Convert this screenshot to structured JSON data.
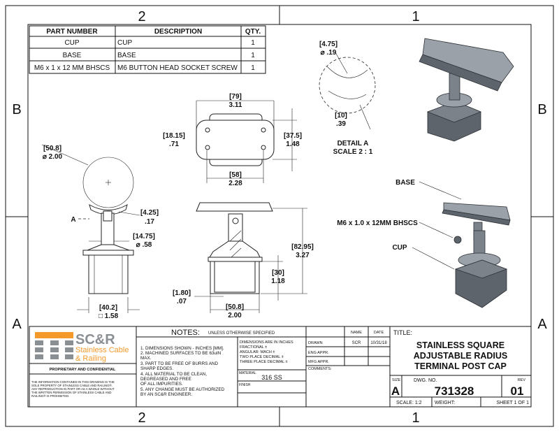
{
  "zones": {
    "top": [
      "2",
      "1"
    ],
    "bottom": [
      "2",
      "1"
    ],
    "left": [
      "B",
      "A"
    ],
    "right": [
      "B",
      "A"
    ]
  },
  "parts_table": {
    "headers": [
      "PART NUMBER",
      "DESCRIPTION",
      "QTY."
    ],
    "rows": [
      [
        "CUP",
        "CUP",
        "1"
      ],
      [
        "BASE",
        "BASE",
        "1"
      ],
      [
        "M6 x 1 x 12 MM  BHSCS",
        "M6 BUTTON HEAD SOCKET SCREW",
        "1"
      ]
    ]
  },
  "dims": {
    "ball_mm": "[50.8]",
    "ball_in": "⌀ 2.00",
    "gap_mm": "[4.25]",
    "gap_in": ".17",
    "stem_mm": "[14.75]",
    "stem_in": "⌀ .58",
    "sq_mm": "[40.2]",
    "sq_in": "□ 1.58",
    "width_mm": "[79]",
    "width_in": "3.11",
    "holes_v_mm": "[18.15]",
    "holes_v_in": ".71",
    "depth_mm": "[37.5]",
    "depth_in": "1.48",
    "holes_h_mm": "[58]",
    "holes_h_in": "2.28",
    "height_mm": "[82.95]",
    "height_in": "3.27",
    "cup_mm": "[30]",
    "cup_in": "1.18",
    "wall_mm": "[1.80]",
    "wall_in": ".07",
    "od_mm": "[50.8]",
    "od_in": "2.00",
    "detail_mm": "[4.75]",
    "detail_in": "⌀ .19",
    "detail_r_mm": "[10]",
    "detail_r_in": ".39",
    "detail_label": "A"
  },
  "detail": {
    "title": "DETAIL A",
    "scale": "SCALE 2 : 1"
  },
  "callouts": {
    "base": "BASE",
    "screw": "M6 x 1.0 x 12MM BHSCS",
    "cup": "CUP"
  },
  "logo": {
    "title": "SC&R",
    "line1": "Stainless Cable",
    "line2": "& Railing",
    "orange": "#f39a2b",
    "gray": "#8a8f94"
  },
  "title_block": {
    "proprietary": "PROPRIETARY AND CONFIDENTIAL",
    "disclaimer": [
      "THE INFORMATION CONTAINED IN THIS DRAWING IS THE",
      "SOLE PROPERTY OF STAINLESS CABLE AND RAILING®.",
      "ANY REPRODUCTION IN PART OR AS A WHOLE WITHOUT",
      "THE WRITTEN PERMISSION OF STAINLESS CABLE AND",
      "RAILING® IS PROHIBITED."
    ],
    "notes_label": "NOTES:",
    "notes_sub": "UNLESS OTHERWISE SPECIFIED",
    "notes": [
      "1. DIMENSIONS SHOWN - INCHES [MM].",
      "2. MACHINED SURFACES TO BE 63uIN",
      "MAX.",
      "3. PART TO BE FREE OF BURRS AND",
      "SHARP EDGES.",
      "4. ALL MATERIAL TO BE CLEAN,",
      "DEGREASED AND FREE",
      "OF ALL IMPURITIES.",
      "5. ANY CHANGE MUST BE AUTHORIZED",
      "BY AN SC&R ENGINEER."
    ],
    "tolerances": [
      "DIMENSIONS ARE IN INCHES",
      "FRACTIONAL   ±",
      "ANGULAR: MACH   ±",
      "TWO PLACE DECIMAL  ±",
      "THREE PLACE DECIMAL ±"
    ],
    "material_label": "MATERIAL",
    "material": "316 SS",
    "finish_label": "FINISH",
    "name_label": "NAME",
    "date_label": "DATE",
    "drawn_label": "DRAWN",
    "drawn_name": "SCR",
    "drawn_date": "10/31/18",
    "eng_appr": "ENG APPR.",
    "mfg_appr": "MFG APPR.",
    "comments": "COMMENTS:",
    "title_label": "TITLE:",
    "title_lines": [
      "STAINLESS SQUARE",
      "ADJUSTABLE RADIUS",
      "TERMINAL POST CAP"
    ],
    "size_label": "SIZE",
    "size": "A",
    "dwg_label": "DWG.  NO.",
    "dwg_no": "731328",
    "rev_label": "REV",
    "rev": "01",
    "scale": "SCALE: 1:2",
    "weight": "WEIGHT:",
    "sheet": "SHEET 1 OF 1"
  }
}
